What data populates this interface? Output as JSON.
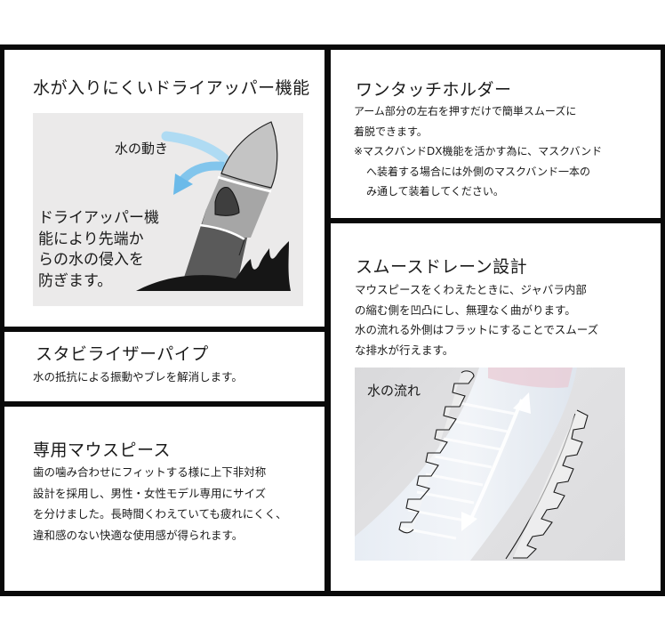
{
  "panels": {
    "dry_upper": {
      "title": "水が入りにくいドライアッパー機能",
      "illustration": {
        "arrow_label": "水の動き",
        "description_lines": [
          "ドライアッパー機",
          "能により先端か",
          "らの水の侵入を",
          "防ぎます。"
        ],
        "arrow_color": "#7cc3ec"
      }
    },
    "stabilizer": {
      "title": "スタビライザーパイプ",
      "body": "水の抵抗による振動やブレを解消します。"
    },
    "mouthpiece": {
      "title": "専用マウスピース",
      "body_lines": [
        "歯の噛み合わせにフィットする様に上下非対称",
        "設計を採用し、男性・女性モデル専用にサイズ",
        "を分けました。長時間くわえていても疲れにくく、",
        "違和感のない快適な使用感が得られます。"
      ]
    },
    "holder": {
      "title": "ワンタッチホルダー",
      "body_lines": [
        "アーム部分の左右を押すだけで簡単スムーズに",
        "着脱できます。"
      ],
      "note_lines": [
        "※マスクバンドDX機能を活かす為に、マスクバンド",
        "へ装着する場合には外側のマスクバンド一本の",
        "み通して装着してください。"
      ]
    },
    "drain": {
      "title": "スムースドレーン設計",
      "body_lines": [
        "マウスピースをくわえたときに、ジャバラ内部",
        "の縮む側を凹凸にし、無理なく曲がります。",
        "水の流れる外側はフラットにすることでスムーズ",
        "な排水が行えます。"
      ],
      "photo": {
        "label": "水の流れ"
      }
    }
  },
  "colors": {
    "frame": "#0a0a0a",
    "panel_bg": "#ffffff",
    "illustration_bg": "#ebeaea",
    "text": "#1a1a1a"
  }
}
